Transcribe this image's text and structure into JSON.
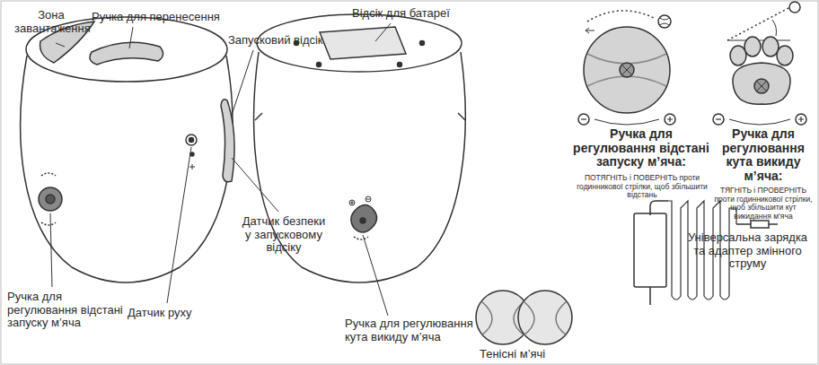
{
  "diagram": {
    "labels": [
      "Зона завантаження",
      "Ручка для перенесення",
      "Запусковий відсік",
      "Відсік для батареї",
      "Датчик безпеки у запусковому відсіку",
      "Ручка для регулювання відстані запуску м’яча",
      "Датчик руху",
      "Ручка для регулювання кута викиду м’яча",
      "Тенісні м’ячі",
      "Універсальна зарядка та адаптер змінного струму",
      "Ручка для регулювання відстані запуску м’яча:",
      "ПОТЯГНІТЬ і ПОВЕРНІТЬ проти годинникової стрілки, щоб збільшити відстань",
      "Ручка для регулювання кута викиду м’яча:",
      "ТЯГНІТЬ і ПРОВЕРНІТЬ проти годинникової стрілки, щоб збільшити кут викидання м’яча"
    ]
  }
}
